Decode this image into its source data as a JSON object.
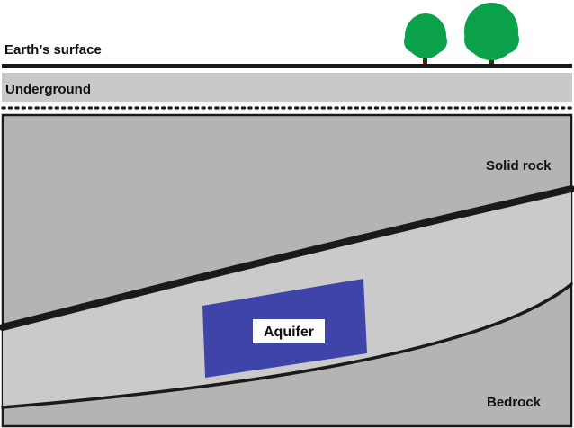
{
  "labels": {
    "surface": "Earth’s surface",
    "underground": "Underground",
    "solid_rock": "Solid rock",
    "aquifer": "Aquifer",
    "bedrock": "Bedrock"
  },
  "colors": {
    "tree_green": "#0ba14b",
    "tree_trunk": "#3b2d1f",
    "soil_gray": "#c9c9c9",
    "rock_gray": "#b4b4b4",
    "aquifer_layer_gray": "#cacaca",
    "aquifer_blue": "#3e44a8",
    "line_dark": "#1a1a1a"
  }
}
